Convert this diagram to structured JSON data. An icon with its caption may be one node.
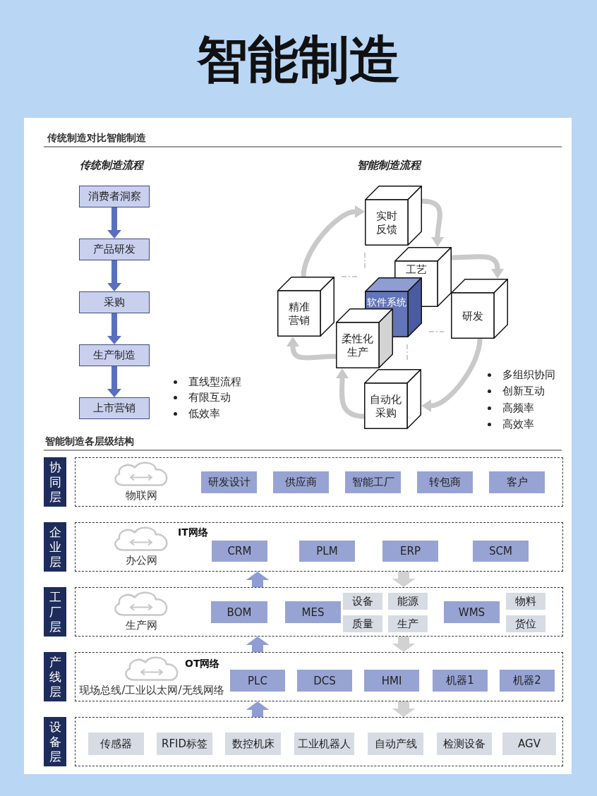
{
  "diagram": {
    "title": "智能制造",
    "nodes": [
      {
        "text": [
          "消费者洞察"
        ]
      },
      {
        "text": [
          "产品研发"
        ]
      },
      {
        "text": [
          "采购"
        ]
      },
      {
        "text": [
          "生产制造"
        ]
      },
      {
        "text": [
          "上市营销"
        ]
      },
      {
        "text": [
          "实时反馈"
        ]
      },
      {
        "text": [
          "工艺"
        ]
      },
      {
        "text": [
          "精准营销"
        ]
      },
      {
        "text": [
          "软件系统"
        ]
      },
      {
        "text": [
          "研发"
        ]
      },
      {
        "text": [
          "柔性化生产"
        ]
      },
      {
        "text": [
          "自动化采购"
        ]
      },
      {
        "text": [
          "协同层"
        ]
      },
      {
        "text": [],
        "shape": "box"
      },
      {
        "text": [
          "物联网"
        ],
        "in": 13
      },
      {
        "text": [
          "研发设计"
        ],
        "in": 13
      },
      {
        "text": [
          "供应商"
        ],
        "in": 13
      },
      {
        "text": [
          "智能工厂"
        ],
        "in": 13
      },
      {
        "text": [
          "转包商"
        ],
        "in": 13
      },
      {
        "text": [
          "客户"
        ],
        "in": 13
      },
      {
        "text": [
          "企业层"
        ]
      },
      {
        "text": [],
        "shape": "box"
      },
      {
        "text": [
          "办公网"
        ],
        "in": 21
      },
      {
        "text": [
          "CRM"
        ],
        "in": 21
      },
      {
        "text": [
          "PLM"
        ],
        "in": 21
      },
      {
        "text": [
          "ERP"
        ],
        "in": 21
      },
      {
        "text": [
          "SCM"
        ],
        "in": 21
      },
      {
        "text": [
          "工厂层"
        ]
      },
      {
        "text": [],
        "shape": "box"
      },
      {
        "text": [
          "生产网"
        ],
        "in": 28
      },
      {
        "text": [
          "BOM"
        ],
        "in": 28
      },
      {
        "text": [
          "MES"
        ],
        "in": 28
      },
      {
        "text": [
          "设备"
        ],
        "in": 28
      },
      {
        "text": [
          "能源"
        ],
        "in": 28
      },
      {
        "text": [
          "质量"
        ],
        "in": 28
      },
      {
        "text": [
          "生产"
        ],
        "in": 28
      },
      {
        "text": [
          "WMS"
        ],
        "in": 28
      },
      {
        "text": [
          "物料"
        ],
        "in": 28
      },
      {
        "text": [
          "货位"
        ],
        "in": 28
      },
      {
        "text": [
          "产线层"
        ]
      },
      {
        "text": [],
        "shape": "box"
      },
      {
        "text": [
          "现场总线/工业以太网/无线网络"
        ],
        "in": 40
      },
      {
        "text": [
          "PLC"
        ],
        "in": 40
      },
      {
        "text": [
          "DCS"
        ],
        "in": 40
      },
      {
        "text": [
          "HMI"
        ],
        "in": 40
      },
      {
        "text": [
          "机器1"
        ],
        "in": 40
      },
      {
        "text": [
          "机器2"
        ],
        "in": 40
      },
      {
        "text": [
          "设备层"
        ]
      },
      {
        "text": [],
        "shape": "box"
      },
      {
        "text": [
          "传感器"
        ],
        "in": 48
      },
      {
        "text": [
          "RFID标签"
        ],
        "in": 48
      },
      {
        "text": [
          "数控机床"
        ],
        "in": 48
      },
      {
        "text": [
          "工业机器人"
        ],
        "in": 48
      },
      {
        "text": [
          "自动产线"
        ],
        "in": 48
      },
      {
        "text": [
          "检测设备"
        ],
        "in": 48
      },
      {
        "text": [
          "AGV"
        ],
        "in": 48
      }
    ],
    "edges": [
      {
        "from": 0,
        "to": 1,
        "arrow": "to",
        "color": "#5b6fbf"
      },
      {
        "from": 1,
        "to": 2,
        "arrow": "to",
        "color": "#5b6fbf"
      },
      {
        "from": 2,
        "to": 3,
        "arrow": "to",
        "color": "#5b6fbf"
      },
      {
        "from": 3,
        "to": 4,
        "arrow": "to",
        "color": "#5b6fbf"
      },
      {
        "from": 7,
        "to": 5,
        "arrow": "to",
        "color": "#c9c9c9"
      },
      {
        "from": 5,
        "to": 6,
        "arrow": "to",
        "color": "#c9c9c9"
      },
      {
        "from": 6,
        "to": 9,
        "arrow": "to",
        "color": "#c9c9c9"
      },
      {
        "from": 9,
        "to": 11,
        "arrow": "to",
        "color": "#c9c9c9"
      },
      {
        "from": 11,
        "to": 10,
        "arrow": "to",
        "color": "#c9c9c9"
      },
      {
        "from": 10,
        "to": 7,
        "arrow": "to",
        "color": "#c9c9c9"
      },
      {
        "from": 28,
        "to": 21,
        "arrow": "to",
        "style": "thick",
        "color": "#8e9dd4"
      },
      {
        "from": 21,
        "to": 28,
        "arrow": "to",
        "style": "thick",
        "color": "#d2d2d2"
      },
      {
        "from": 40,
        "to": 28,
        "arrow": "to",
        "style": "thick",
        "color": "#8e9dd4"
      },
      {
        "from": 28,
        "to": 40,
        "arrow": "to",
        "style": "thick",
        "color": "#d2d2d2"
      },
      {
        "from": 48,
        "to": 40,
        "arrow": "to",
        "style": "thick",
        "color": "#8e9dd4"
      },
      {
        "from": 40,
        "to": 48,
        "arrow": "to",
        "style": "thick",
        "color": "#d2d2d2"
      }
    ],
    "labels": [
      "传统制造对比智能制造",
      "传统制造流程",
      "智能制造流程",
      "直线型流程",
      "有限互动",
      "低效率",
      "多组织协同",
      "创新互动",
      "高频率",
      "高效率",
      "智能制造各层级结构",
      "IT网络",
      "OT网络"
    ]
  }
}
